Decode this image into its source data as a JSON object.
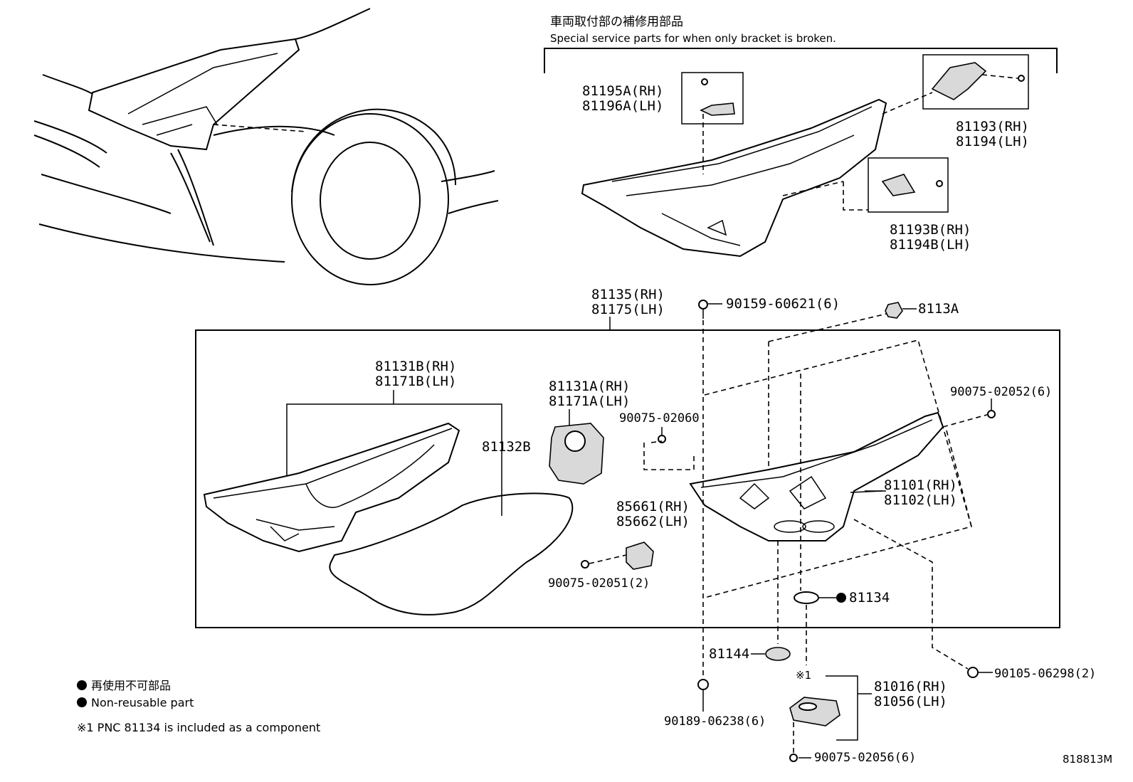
{
  "header": {
    "title_jp": "車両取付部の補修用部品",
    "title_en": "Special service parts for when only bracket is broken."
  },
  "parts": {
    "p81195a": "81195A(RH)",
    "p81196a": "81196A(LH)",
    "p81193": "81193(RH)",
    "p81194": "81194(LH)",
    "p81193b": "81193B(RH)",
    "p81194b": "81194B(LH)",
    "p81135": "81135(RH)",
    "p81175": "81175(LH)",
    "p90159": "90159-60621(6)",
    "p8113a": "8113A",
    "p81131b": "81131B(RH)",
    "p81171b": "81171B(LH)",
    "p81131a": "81131A(RH)",
    "p81171a": "81171A(LH)",
    "p81132b": "81132B",
    "p90075_02060": "90075-02060",
    "p90075_02052": "90075-02052(6)",
    "p81101": "81101(RH)",
    "p81102": "81102(LH)",
    "p85661": "85661(RH)",
    "p85662": "85662(LH)",
    "p90075_02051": "90075-02051(2)",
    "p81134": "81134",
    "p81144": "81144",
    "p90105": "90105-06298(2)",
    "note_mark": "※1",
    "p81016": "81016(RH)",
    "p81056": "81056(LH)",
    "p90189": "90189-06238(6)",
    "p90075_02056": "90075-02056(6)"
  },
  "legend": {
    "nonreusable_jp": "再使用不可部品",
    "nonreusable_en": "Non-reusable part",
    "note": "※1 PNC 81134 is included as a component"
  },
  "figure_id": "818813M"
}
